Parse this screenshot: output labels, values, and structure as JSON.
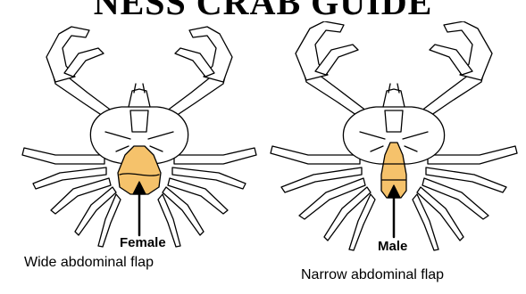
{
  "title": "NESS CRAB GUIDE",
  "figures": [
    {
      "sex_label": "Female",
      "caption": "Wide abdominal flap",
      "flap": "wide"
    },
    {
      "sex_label": "Male",
      "caption": "Narrow abdominal flap",
      "flap": "narrow"
    }
  ],
  "colors": {
    "flap_fill": "#F5C26B",
    "outline": "#000000",
    "background": "#FFFFFF"
  }
}
